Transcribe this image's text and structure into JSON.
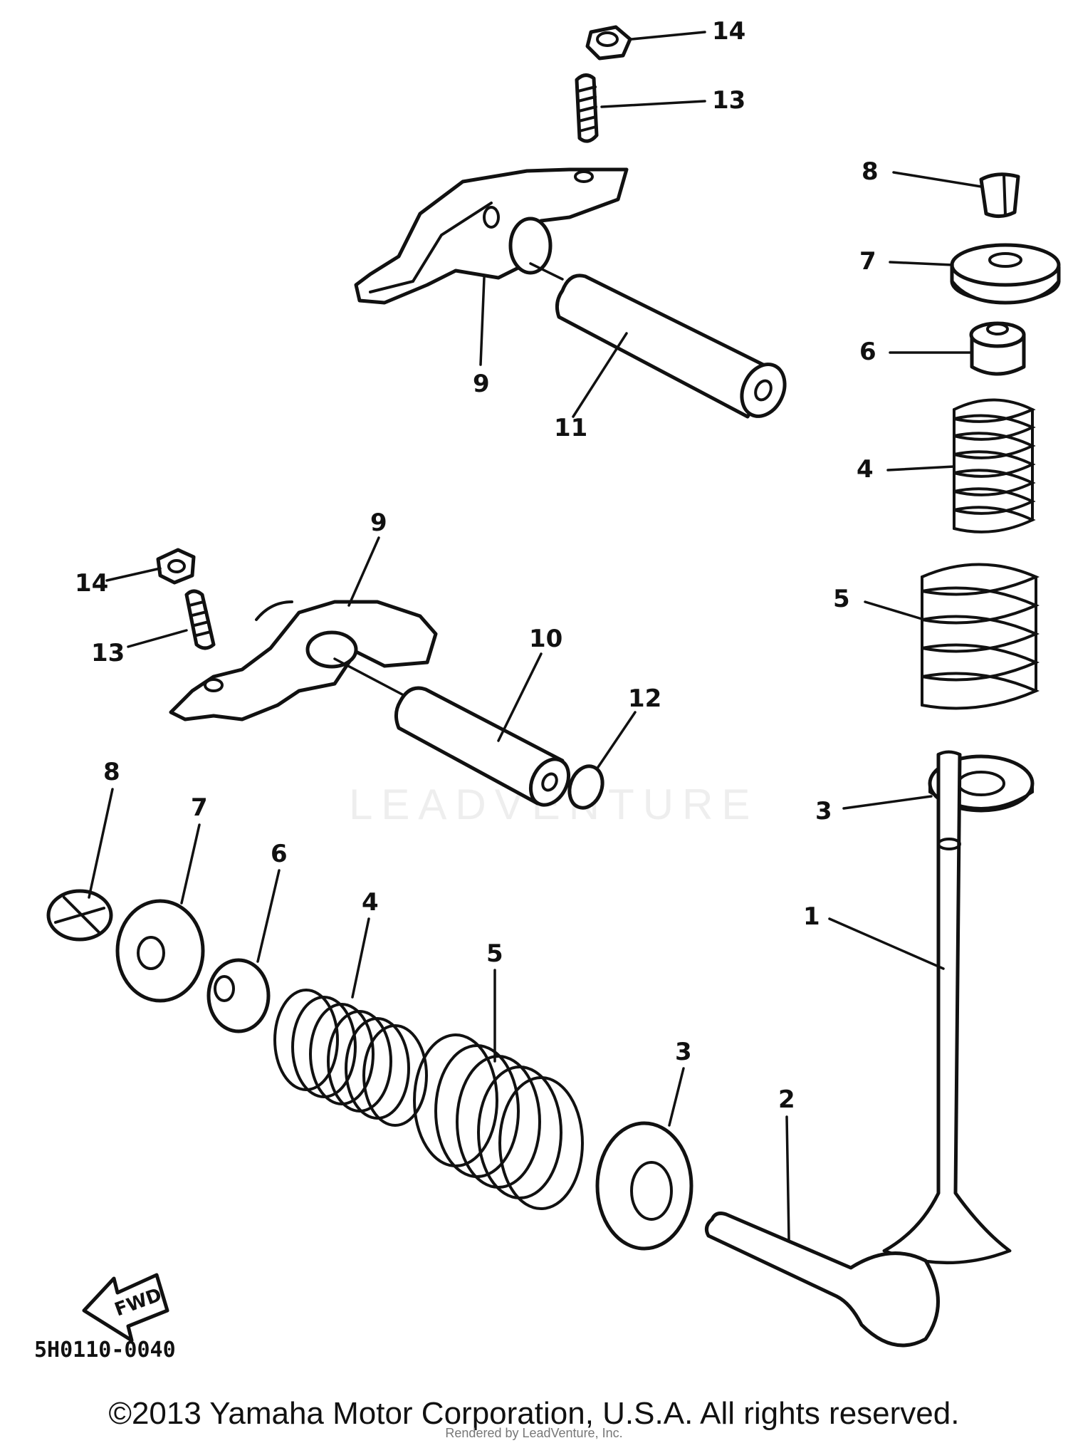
{
  "diagram": {
    "callouts": [
      "14",
      "13",
      "8",
      "7",
      "6",
      "9",
      "11",
      "4",
      "9",
      "14",
      "13",
      "5",
      "10",
      "12",
      "3",
      "8",
      "7",
      "6",
      "4",
      "5",
      "1",
      "3",
      "2"
    ],
    "code": "5H0110-0040",
    "fwd_label": "FWD",
    "watermark": "LEADVENTURE",
    "copyright": "©2013 Yamaha Motor Corporation, U.S.A. All rights reserved.",
    "rendered_by": "Rendered by LeadVenture, Inc."
  }
}
